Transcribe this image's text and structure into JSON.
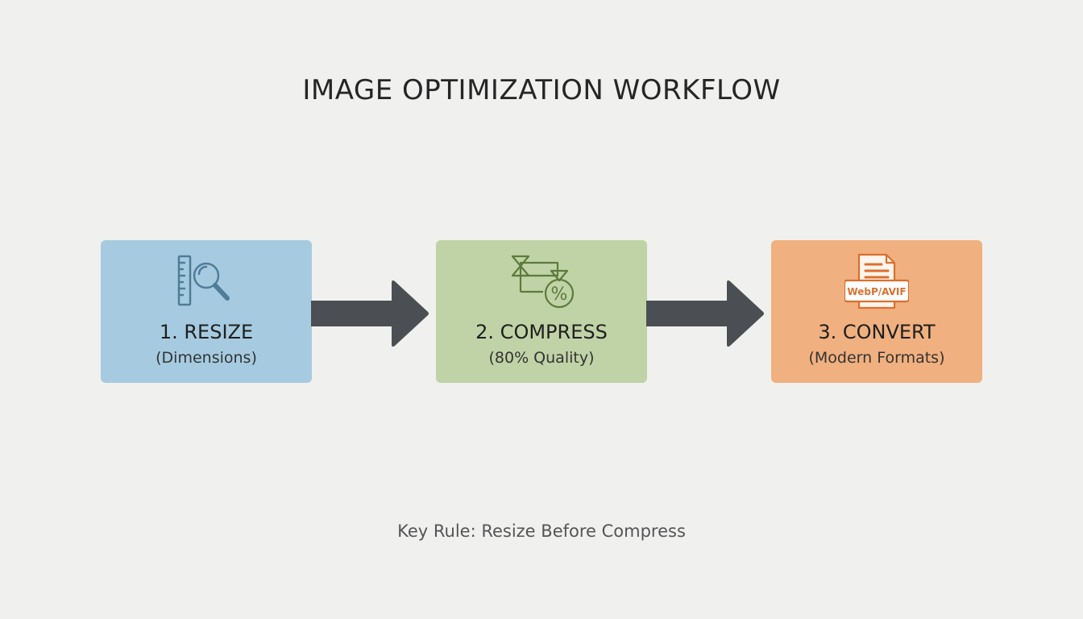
{
  "title": "IMAGE OPTIMIZATION WORKFLOW",
  "steps": [
    {
      "title": "1. RESIZE",
      "subtitle": "(Dimensions)",
      "icon": "ruler-magnifier-icon",
      "color": "#a6cbe0",
      "icon_color": "#4f7d99"
    },
    {
      "title": "2. COMPRESS",
      "subtitle": "(80% Quality)",
      "icon": "compress-percent-icon",
      "color": "#bfd3a6",
      "icon_color": "#5e7a3c",
      "icon_text": "%"
    },
    {
      "title": "3. CONVERT",
      "subtitle": "(Modern Formats)",
      "icon": "document-format-icon",
      "color": "#f0b07f",
      "icon_color": "#d9702e",
      "icon_text": "WebP/AVIF"
    }
  ],
  "arrow_color": "#4b4f53",
  "footer": "Key Rule: Resize Before Compress"
}
